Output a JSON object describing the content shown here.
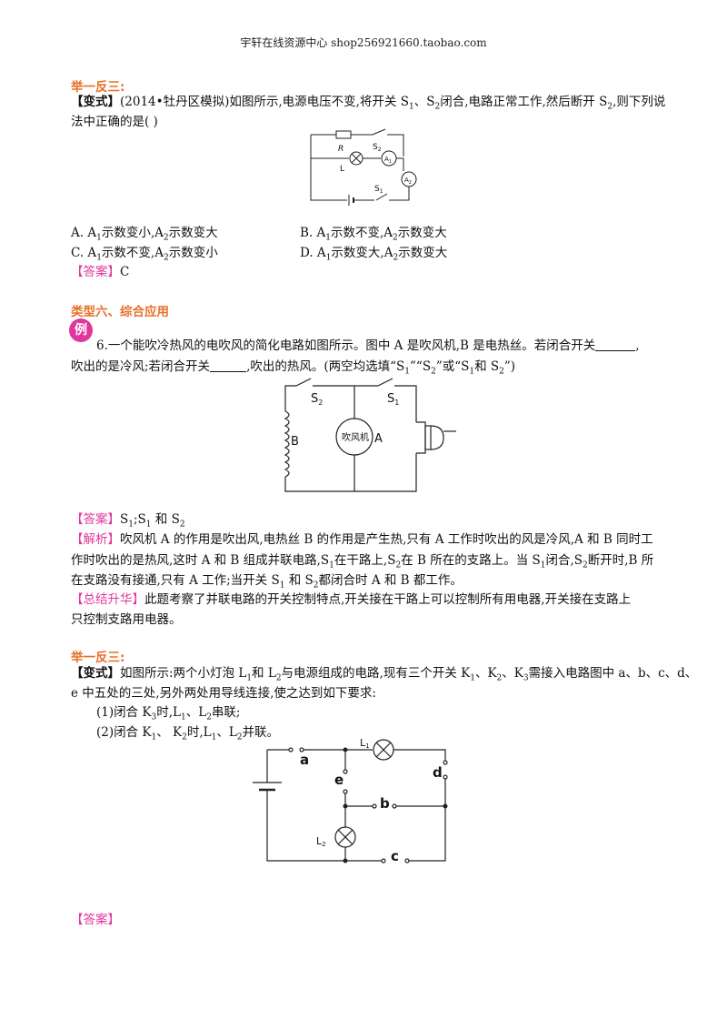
{
  "header": {
    "text": "宇轩在线资源中心   shop256921660.taobao.com"
  },
  "sec1": {
    "heading": "举一反三:",
    "tag": "【变式】",
    "q_a": "(2014•牡丹区模拟)如图所示,电源电压不变,将开关 S",
    "q_b": "、S",
    "q_c": "闭合,电路正常工作,然后断开 S",
    "q_d": ",则下列说",
    "q_line2": "法中正确的是(      )",
    "sub1": "1",
    "sub2": "2",
    "opt_a": [
      "A. A",
      "示数变小,A",
      "示数变大"
    ],
    "opt_b": [
      "B. A",
      "示数不变,A",
      "示数变大"
    ],
    "opt_c": [
      "C. A",
      "示数不变,A",
      "示数变小"
    ],
    "opt_d": [
      "D. A",
      "示数变大,A",
      "示数变大"
    ],
    "answer_label": "【答案】",
    "answer": "C",
    "fig": {
      "R": "R",
      "L": "L",
      "S2": "S",
      "S1": "S",
      "A1": "A",
      "A2": "A",
      "s1sub": "1",
      "s2sub": "2"
    }
  },
  "sec2": {
    "heading": "类型六、综合应用",
    "badge": "例",
    "q_a": "6.一个能吹冷热风的电吹风的简化电路如图所示。图中 A 是吹风机,B 是电热丝。若闭合开关",
    "q_b": ",",
    "q_line2a": "吹出的是冷风;若闭合开关",
    "q_line2b": ",吹出的热风。(两空均选填“S",
    "q_line2c": "”“S",
    "q_line2d": "”或“S",
    "q_line2e": "和 S",
    "q_line2f": "”)",
    "fig": {
      "S2": "S",
      "S1": "S",
      "B": "B",
      "A": "A",
      "motor": "吹风机",
      "s1sub": "1",
      "s2sub": "2"
    },
    "answer_label": "【答案】",
    "answer_a": "S",
    "answer_b": ";S",
    "answer_c": " 和 S",
    "analysis_label": "【解析】",
    "analysis_1": "吹风机 A 的作用是吹出风,电热丝 B 的作用是产生热,只有 A 工作时吹出的风是冷风,A 和 B 同时工",
    "analysis_2a": "作时吹出的是热风,这时 A 和 B 组成并联电路,S",
    "analysis_2b": "在干路上,S",
    "analysis_2c": "在 B 所在的支路上。当 S",
    "analysis_2d": "闭合,S",
    "analysis_2e": "断开时,B 所",
    "analysis_3a": "在支路没有接通,只有 A 工作;当开关 S",
    "analysis_3b": " 和 S",
    "analysis_3c": "都闭合时 A 和 B 都工作。",
    "summary_label": "【总结升华】",
    "summary_1": "此题考察了并联电路的开关控制特点,开关接在干路上可以控制所有用电器,开关接在支路上",
    "summary_2": "只控制支路用电器。"
  },
  "sec3": {
    "heading": "举一反三:",
    "tag": "【变式】",
    "q_a": "如图所示:两个小灯泡 L",
    "q_b": "和 L",
    "q_c": "与电源组成的电路,现有三个开关 K",
    "q_d": "、K",
    "q_e": "、K",
    "q_f": "需接入电路图中 a、b、c、d、",
    "q_line2": "e 中五处的三处,另外两处用导线连接,使之达到如下要求:",
    "req1a": "(1)闭合 K",
    "req1b": "时,L",
    "req1c": "、L",
    "req1d": "串联;",
    "req2a": "(2)闭合 K",
    "req2b": "、 K",
    "req2c": "时,L",
    "req2d": "、L",
    "req2e": "并联。",
    "sub3": "3",
    "fig": {
      "a": "a",
      "b": "b",
      "c": "c",
      "d": "d",
      "e": "e",
      "L1": "L",
      "L2": "L",
      "l1sub": "1",
      "l2sub": "2"
    },
    "answer_label": "【答案】"
  }
}
